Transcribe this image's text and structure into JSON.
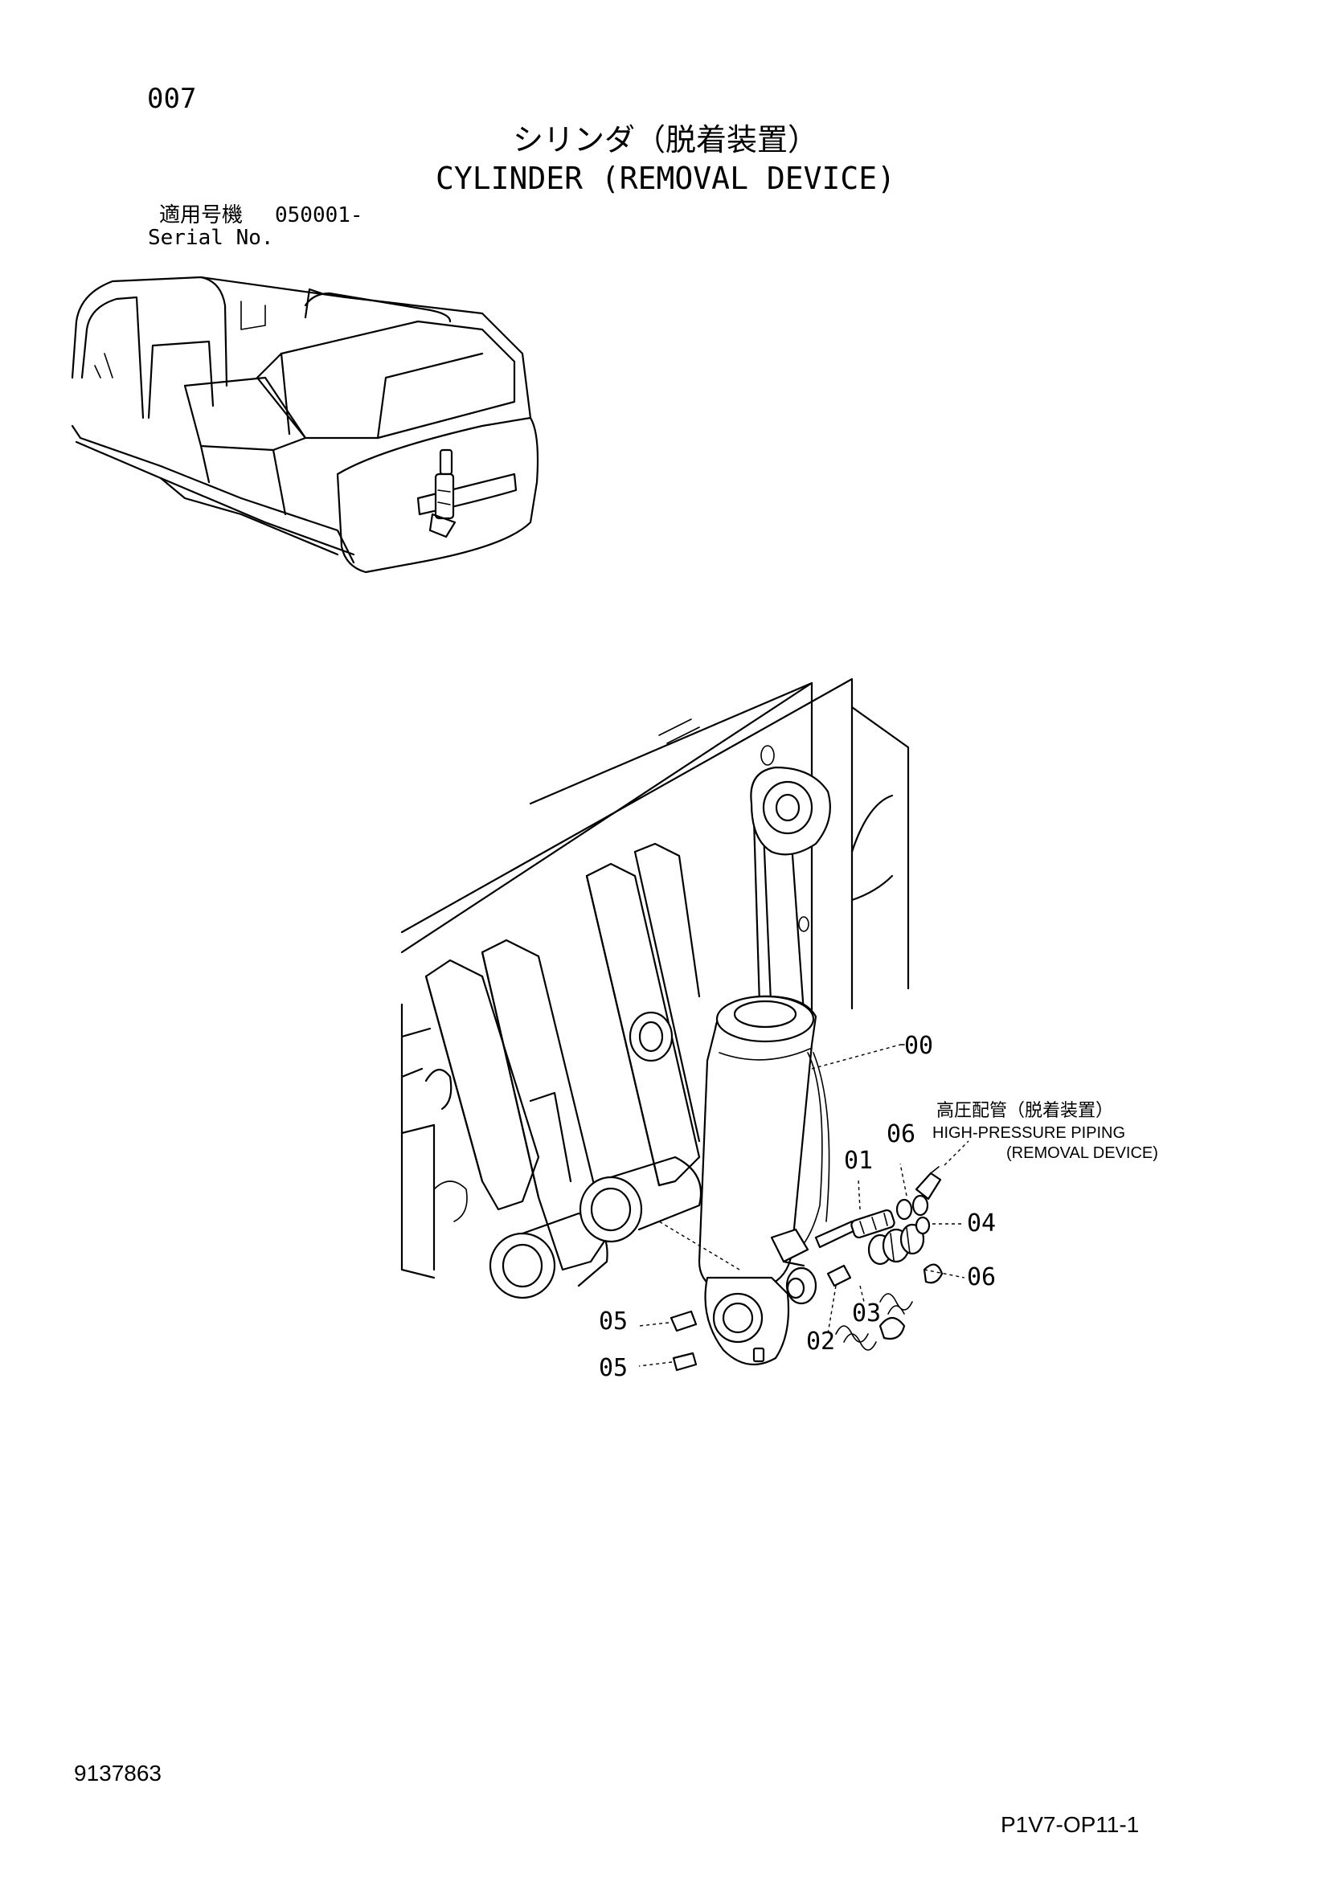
{
  "header": {
    "page_number": "007",
    "title_jp": "シリンダ（脱着装置）",
    "title_en": "CYLINDER (REMOVAL DEVICE)"
  },
  "serial": {
    "label_jp": "適用号機",
    "value": "050001-",
    "label_en": "Serial No."
  },
  "callouts": {
    "c00": "00",
    "c01": "01",
    "c02": "02",
    "c03": "03",
    "c04": "04",
    "c05a": "05",
    "c05b": "05",
    "c06a": "06",
    "c06b": "06"
  },
  "piping_note": {
    "label_jp": "高圧配管（脱着装置）",
    "label_en_1": "HIGH-PRESSURE PIPING",
    "label_en_2": "(REMOVAL DEVICE)"
  },
  "footer": {
    "doc_number": "9137863",
    "sheet_id": "P1V7-OP11-1"
  }
}
